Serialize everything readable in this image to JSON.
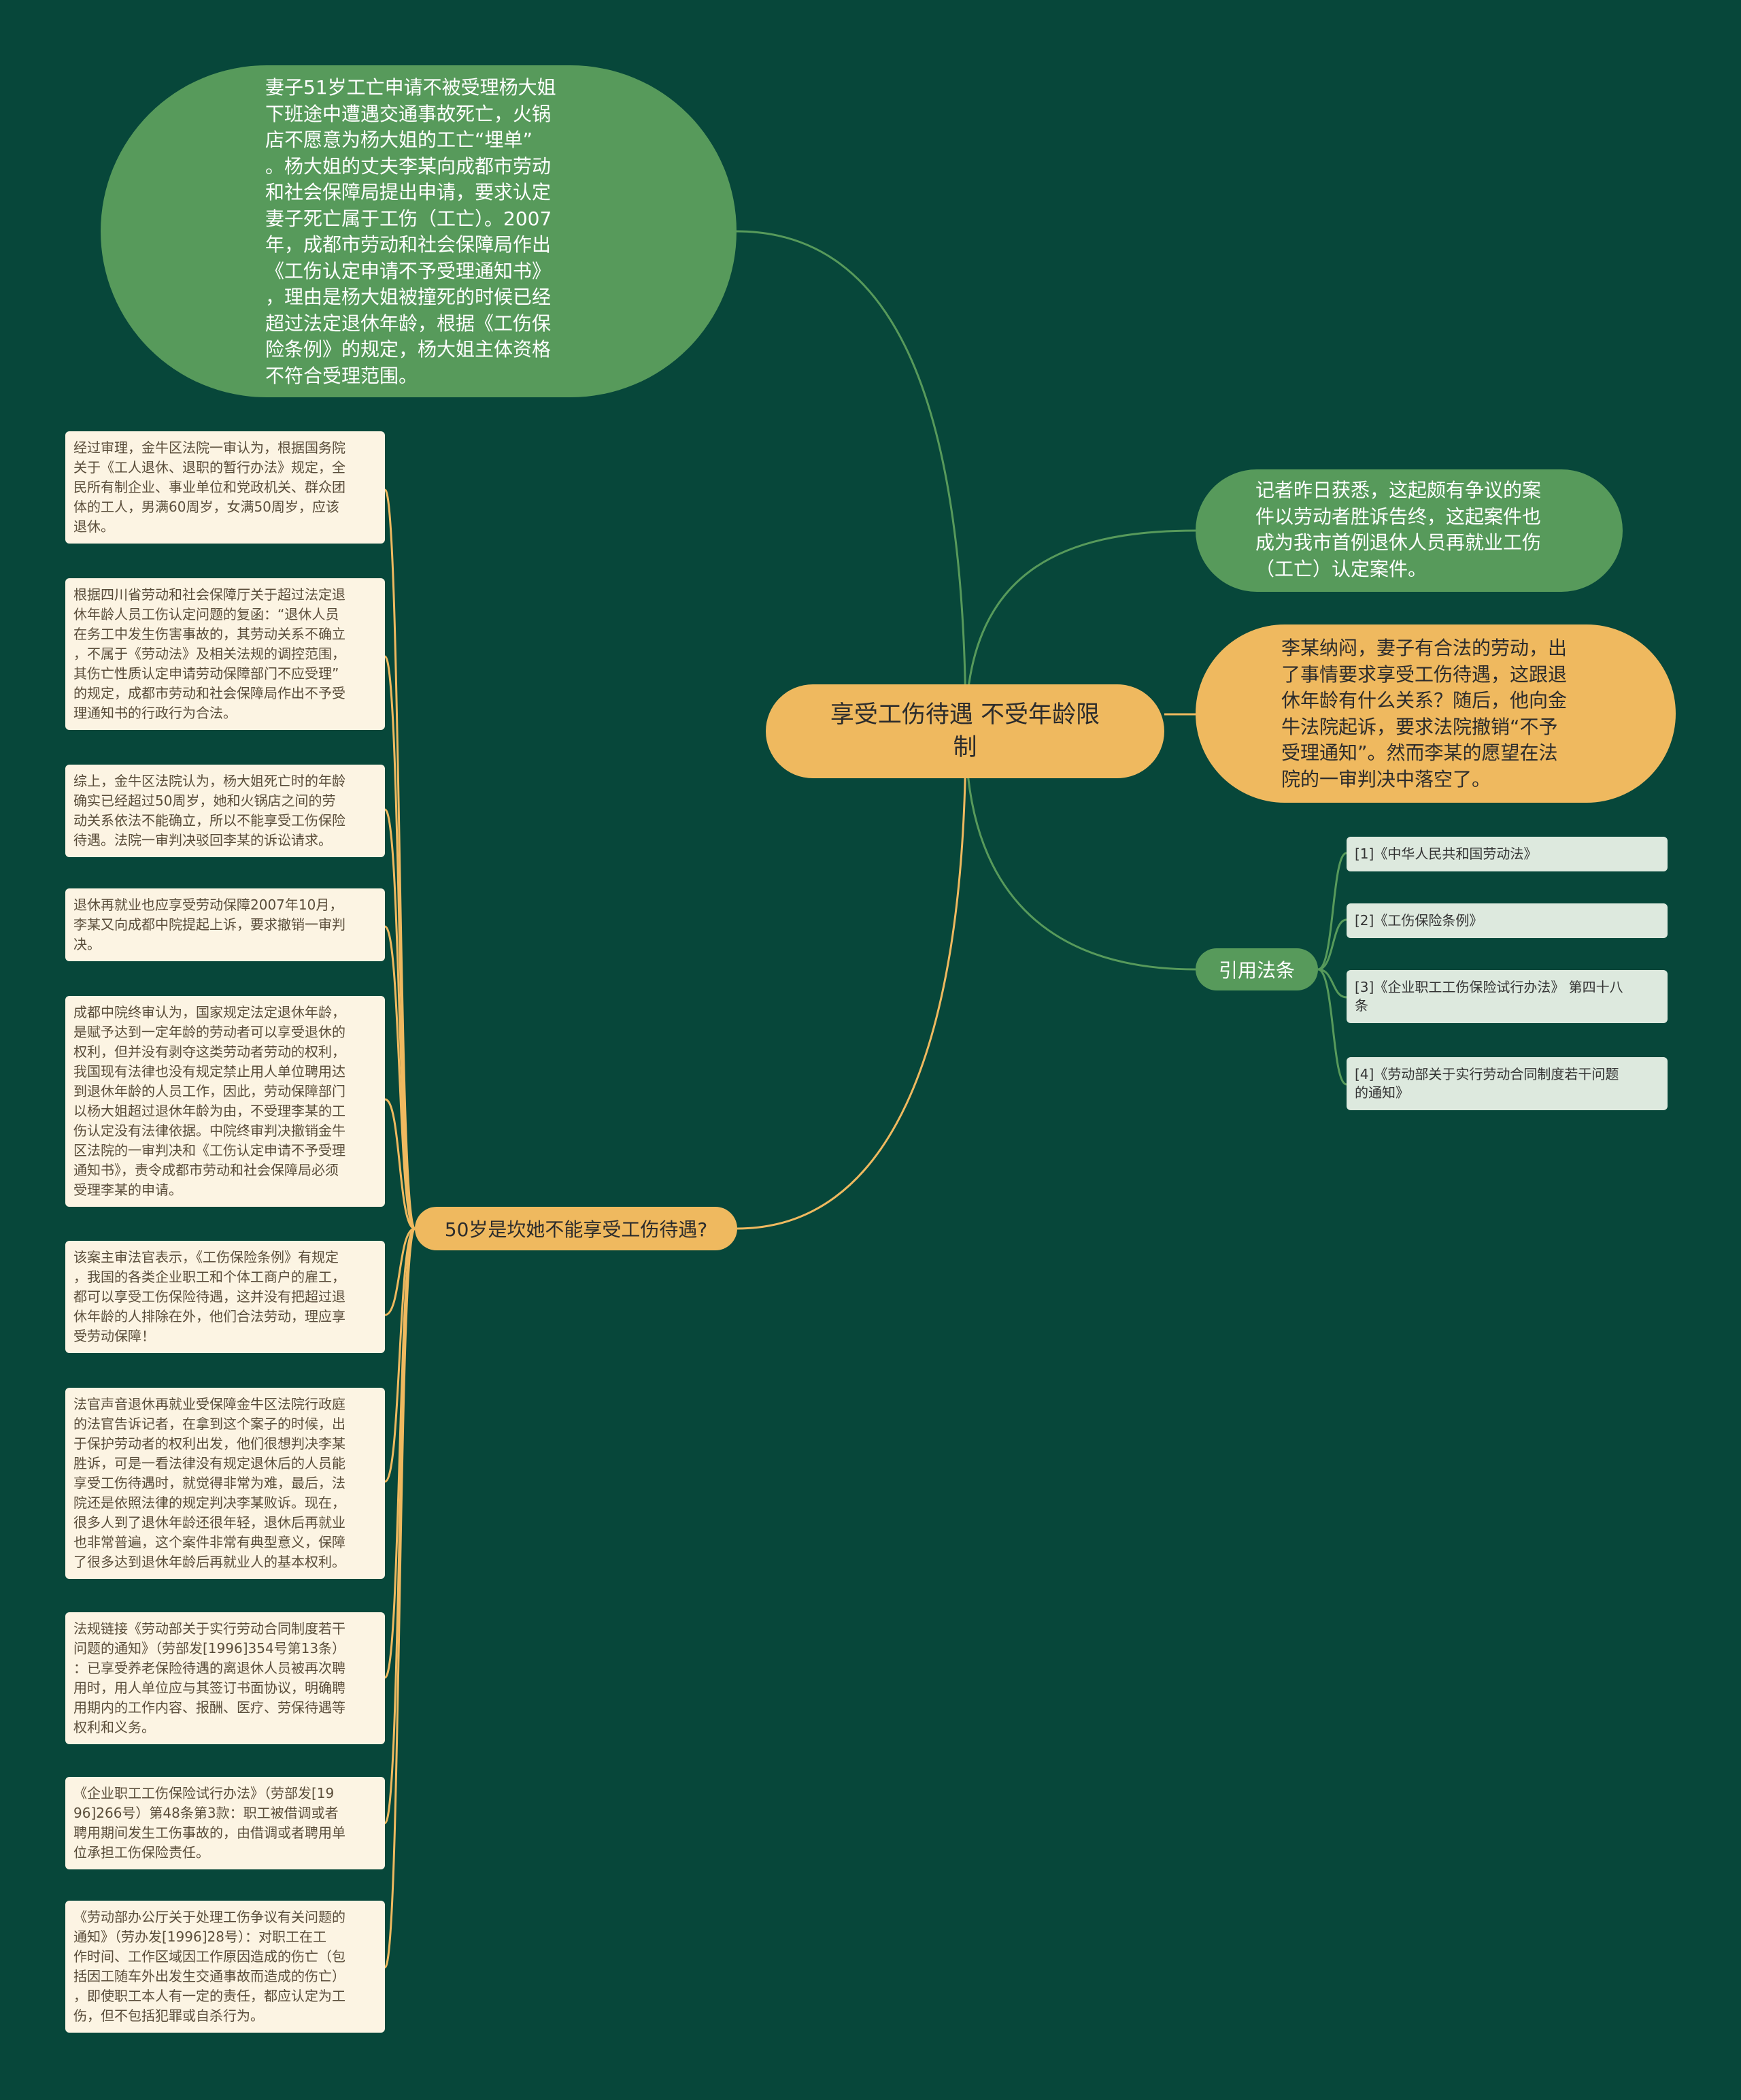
{
  "central": {
    "title": "享受工伤待遇 不受年龄限\n制"
  },
  "top_node": {
    "text": "妻子51岁工亡申请不被受理杨大姐\n下班途中遭遇交通事故死亡，火锅\n店不愿意为杨大姐的工亡“埋单”\n。杨大姐的丈夫李某向成都市劳动\n和社会保障局提出申请，要求认定\n妻子死亡属于工伤（工亡）。2007\n年，成都市劳动和社会保障局作出\n《工伤认定申请不予受理通知书》\n，理由是杨大姐被撞死的时候已经\n超过法定退休年龄，根据《工伤保\n险条例》的规定，杨大姐主体资格\n不符合受理范围。"
  },
  "right_green": {
    "text": "记者昨日获悉，这起颇有争议的案\n件以劳动者胜诉告终，这起案件也\n成为我市首例退休人员再就业工伤\n（工亡）认定案件。"
  },
  "right_orange": {
    "text": "李某纳闷，妻子有合法的劳动，出\n了事情要求享受工伤待遇，这跟退\n休年龄有什么关系？随后，他向金\n牛法院起诉，要求法院撤销“不予\n受理通知”。然而李某的愿望在法\n院的一审判决中落空了。"
  },
  "law_branch": {
    "label": "引用法条",
    "items": [
      "[1]《中华人民共和国劳动法》",
      "[2]《工伤保险条例》",
      "[3]《企业职工工伤保险试行办法》 第四十八\n条",
      "[4]《劳动部关于实行劳动合同制度若干问题\n的通知》"
    ]
  },
  "age_branch": {
    "label": "50岁是坎她不能享受工伤待遇?",
    "items": [
      "经过审理，金牛区法院一审认为，根据国务院\n关于《工人退休、退职的暂行办法》规定，全\n民所有制企业、事业单位和党政机关、群众团\n体的工人，男满60周岁，女满50周岁，应该\n退休。",
      "根据四川省劳动和社会保障厅关于超过法定退\n休年龄人员工伤认定问题的复函：“退休人员\n在务工中发生伤害事故的，其劳动关系不确立\n，不属于《劳动法》及相关法规的调控范围，\n其伤亡性质认定申请劳动保障部门不应受理”\n的规定，成都市劳动和社会保障局作出不予受\n理通知书的行政行为合法。",
      "综上，金牛区法院认为，杨大姐死亡时的年龄\n确实已经超过50周岁，她和火锅店之间的劳\n动关系依法不能确立，所以不能享受工伤保险\n待遇。法院一审判决驳回李某的诉讼请求。",
      "退休再就业也应享受劳动保障2007年10月，\n李某又向成都中院提起上诉，要求撤销一审判\n决。",
      "成都中院终审认为，国家规定法定退休年龄，\n是赋予达到一定年龄的劳动者可以享受退休的\n权利，但并没有剥夺这类劳动者劳动的权利，\n我国现有法律也没有规定禁止用人单位聘用达\n到退休年龄的人员工作，因此，劳动保障部门\n以杨大姐超过退休年龄为由，不受理李某的工\n伤认定没有法律依据。中院终审判决撤销金牛\n区法院的一审判决和《工伤认定申请不予受理\n通知书》，责令成都市劳动和社会保障局必须\n受理李某的申请。",
      "该案主审法官表示，《工伤保险条例》有规定\n，我国的各类企业职工和个体工商户的雇工，\n都可以享受工伤保险待遇，这并没有把超过退\n休年龄的人排除在外，他们合法劳动，理应享\n受劳动保障！",
      "法官声音退休再就业受保障金牛区法院行政庭\n的法官告诉记者，在拿到这个案子的时候，出\n于保护劳动者的权利出发，他们很想判决李某\n胜诉，可是一看法律没有规定退休后的人员能\n享受工伤待遇时，就觉得非常为难，最后，法\n院还是依照法律的规定判决李某败诉。现在，\n很多人到了退休年龄还很年轻，退休后再就业\n也非常普遍，这个案件非常有典型意义，保障\n了很多达到退休年龄后再就业人的基本权利。",
      "法规链接《劳动部关于实行劳动合同制度若干\n问题的通知》（劳部发[1996]354号第13条）\n：已享受养老保险待遇的离退休人员被再次聘\n用时，用人单位应与其签订书面协议，明确聘\n用期内的工作内容、报酬、医疗、劳保待遇等\n权利和义务。",
      "《企业职工工伤保险试行办法》（劳部发[19\n96]266号）第48条第3款：职工被借调或者\n聘用期间发生工伤事故的，由借调或者聘用单\n位承担工伤保险责任。",
      "《劳动部办公厅关于处理工伤争议有关问题的\n通知》（劳办发[1996]28号）：对职工在工\n作时间、工作区域因工作原因造成的伤亡（包\n括因工随车外出发生交通事故而造成的伤亡）\n，即使职工本人有一定的责任，都应认定为工\n伤，但不包括犯罪或自杀行为。"
    ]
  },
  "colors": {
    "background": "#07473a",
    "green_node": "#579a5b",
    "orange_node": "#efb95f",
    "law_item_bg": "#dde9de",
    "card_bg": "#fcf4e3"
  }
}
